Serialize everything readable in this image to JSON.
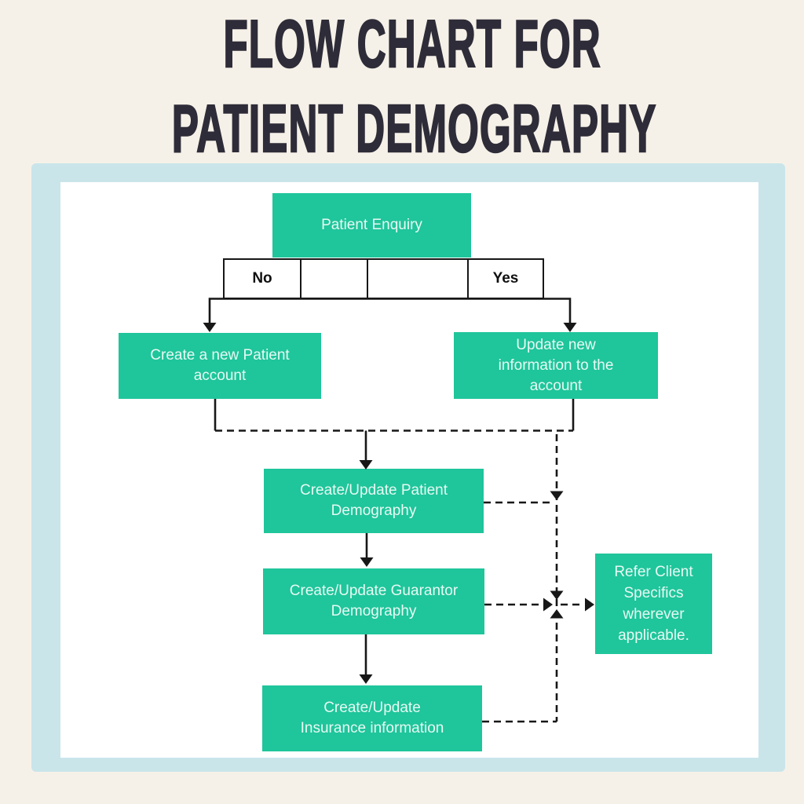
{
  "title": {
    "line1": "FLOW CHART FOR",
    "line2": "PATIENT DEMOGRAPHY"
  },
  "colors": {
    "green": "#1fc59b",
    "line": "#171717",
    "frame": "#c9e5ea",
    "page_bg": "#f6f1e8",
    "board_bg": "#ffffff",
    "title_color": "#2e2c38",
    "node_text": "#e7faf3",
    "decision_text": "#101010"
  },
  "flowchart": {
    "nodes": {
      "patient_enquiry": {
        "label": "Patient Enquiry"
      },
      "create_account": {
        "label": "Create a new Patient\naccount"
      },
      "update_info": {
        "label": "Update new\ninformation to the\naccount"
      },
      "patient_demography": {
        "label": "Create/Update Patient\nDemography"
      },
      "guarantor_demography": {
        "label": "Create/Update Guarantor\nDemography"
      },
      "insurance_information": {
        "label": "Create/Update\nInsurance information"
      },
      "refer_client_specifics": {
        "label": "Refer Client\nSpecifics\nwherever\napplicable."
      }
    },
    "decision_row": {
      "no_label": "No",
      "yes_label": "Yes"
    }
  }
}
